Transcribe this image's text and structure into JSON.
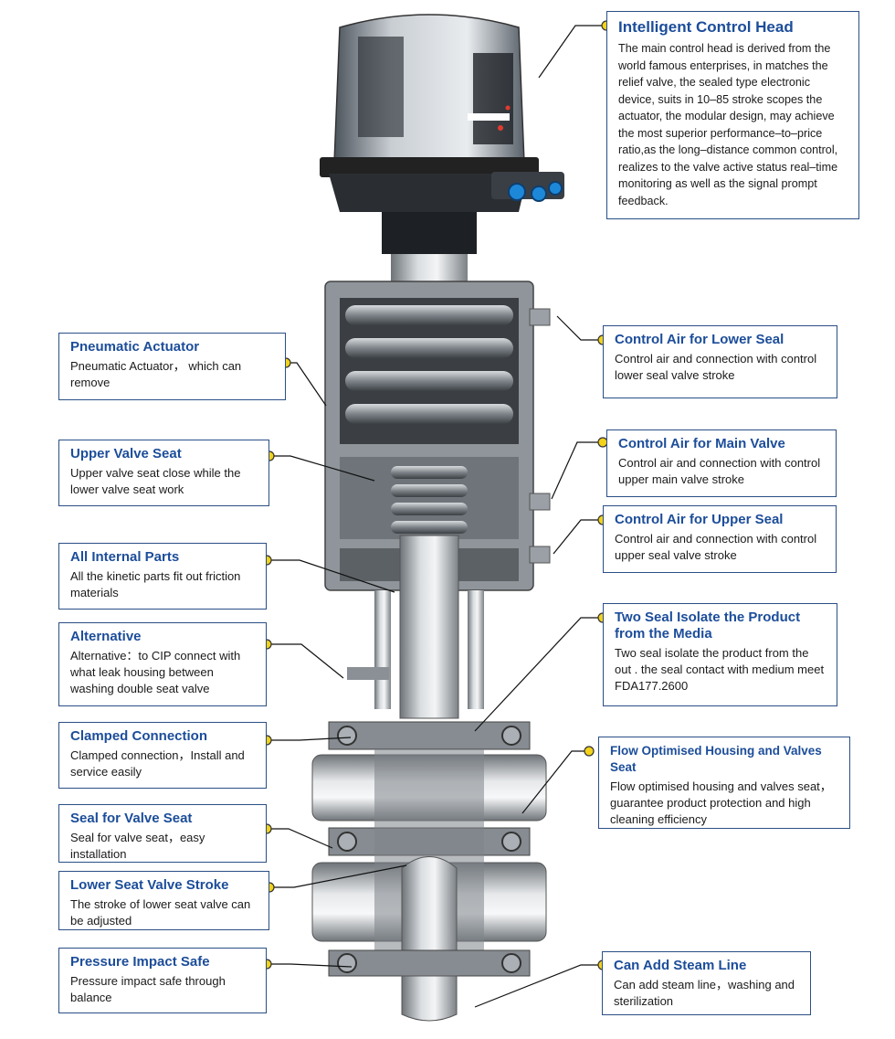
{
  "colors": {
    "title": "#1c4d9a",
    "border": "#2a4f86",
    "dot": "#f2d21b",
    "leader": "#111111",
    "metal": "#9aa0a6"
  },
  "callouts": {
    "control_head": {
      "title": "Intelligent Control Head",
      "body": "The main control head is derived from the world famous enterprises, in matches the relief valve, the sealed type electronic device, suits in 10–85 stroke scopes the actuator, the modular design, may achieve the most superior performance–to–price ratio,as the long–distance common control, realizes to the valve active status real–time monitoring as well as the signal prompt feedback."
    },
    "pneumatic_actuator": {
      "title": "Pneumatic Actuator",
      "body": "Pneumatic Actuator， which can remove"
    },
    "upper_valve_seat": {
      "title": "Upper Valve Seat",
      "body": "Upper valve seat close while the lower valve seat work"
    },
    "internal_parts": {
      "title": "All Internal Parts",
      "body": "All the kinetic parts fit out friction materials"
    },
    "alternative": {
      "title": "Alternative",
      "body": "Alternative：to CIP connect with what leak housing between washing double seat valve"
    },
    "clamped_connection": {
      "title": "Clamped Connection",
      "body": "Clamped connection，Install and service easily"
    },
    "seal_valve_seat": {
      "title": "Seal for Valve Seat",
      "body": "Seal for valve seat，easy installation"
    },
    "lower_seat_stroke": {
      "title": "Lower Seat Valve Stroke",
      "body": "The stroke of lower seat valve can be adjusted"
    },
    "pressure_impact": {
      "title": "Pressure Impact Safe",
      "body": "Pressure impact safe through balance"
    },
    "air_lower_seal": {
      "title": "Control Air for Lower Seal",
      "body": "Control air and connection with control lower seal valve stroke"
    },
    "air_main_valve": {
      "title": "Control Air for Main Valve",
      "body": "Control air and connection with control upper main valve stroke"
    },
    "air_upper_seal": {
      "title": "Control Air for Upper Seal",
      "body": "Control air and connection with control upper seal valve stroke"
    },
    "two_seal": {
      "title": "Two Seal Isolate the Product from the Media",
      "body": "Two seal isolate the product from the out . the seal contact with medium meet FDA177.2600"
    },
    "flow_housing": {
      "title": "Flow Optimised Housing and Valves Seat",
      "body": "Flow optimised housing and valves seat，guarantee product protection and high cleaning efficiency"
    },
    "steam_line": {
      "title": "Can Add Steam Line",
      "body": "Can add steam line，washing and sterilization"
    }
  }
}
